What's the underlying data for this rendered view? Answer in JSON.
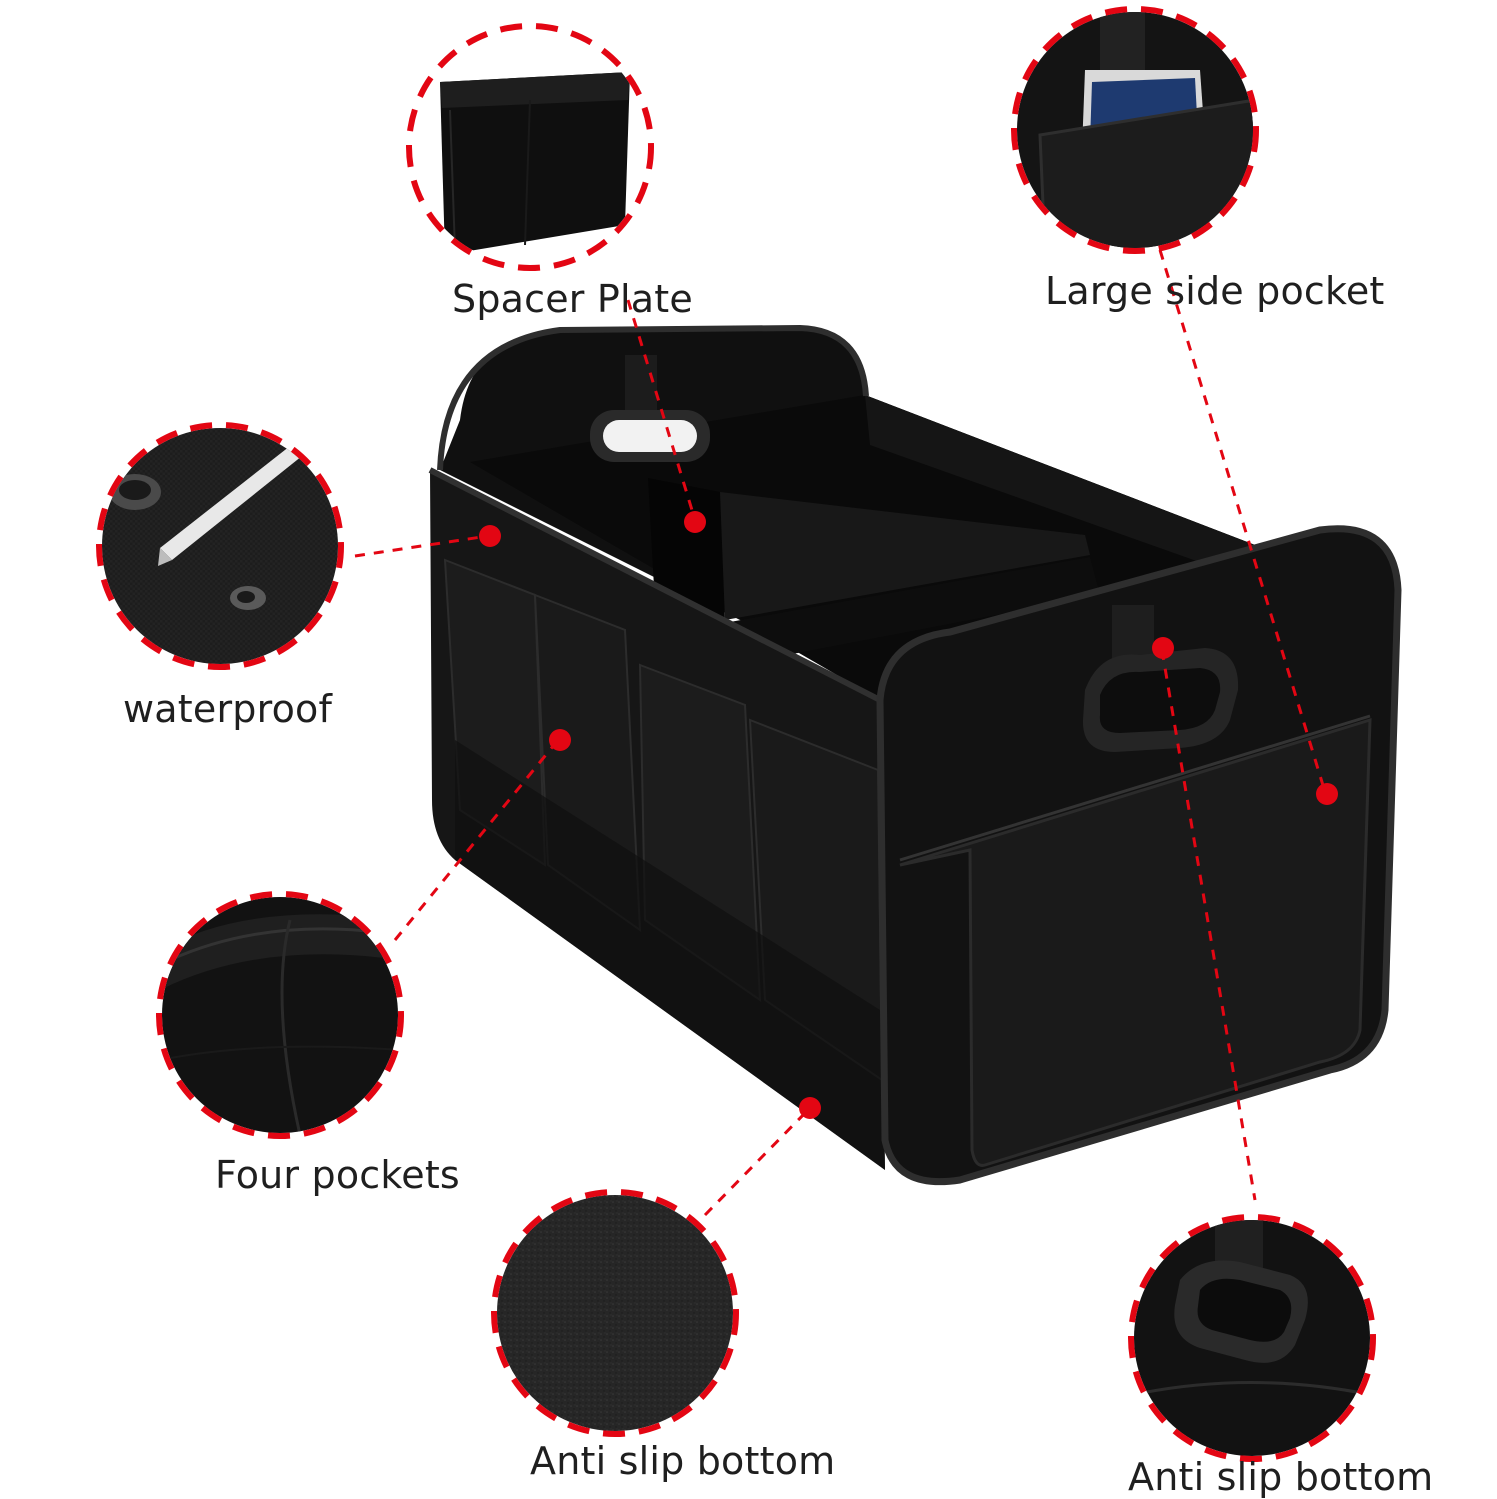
{
  "callouts": {
    "spacer_plate": "Spacer Plate",
    "large_side_pocket": "Large side pocket",
    "waterproof": "waterproof",
    "four_pockets": "Four pockets",
    "anti_slip_bottom_left": "Anti slip bottom",
    "anti_slip_bottom_right": "Anti slip bottom"
  },
  "colors": {
    "accent": "#e30613",
    "product": "#141414",
    "background": "#ffffff"
  }
}
